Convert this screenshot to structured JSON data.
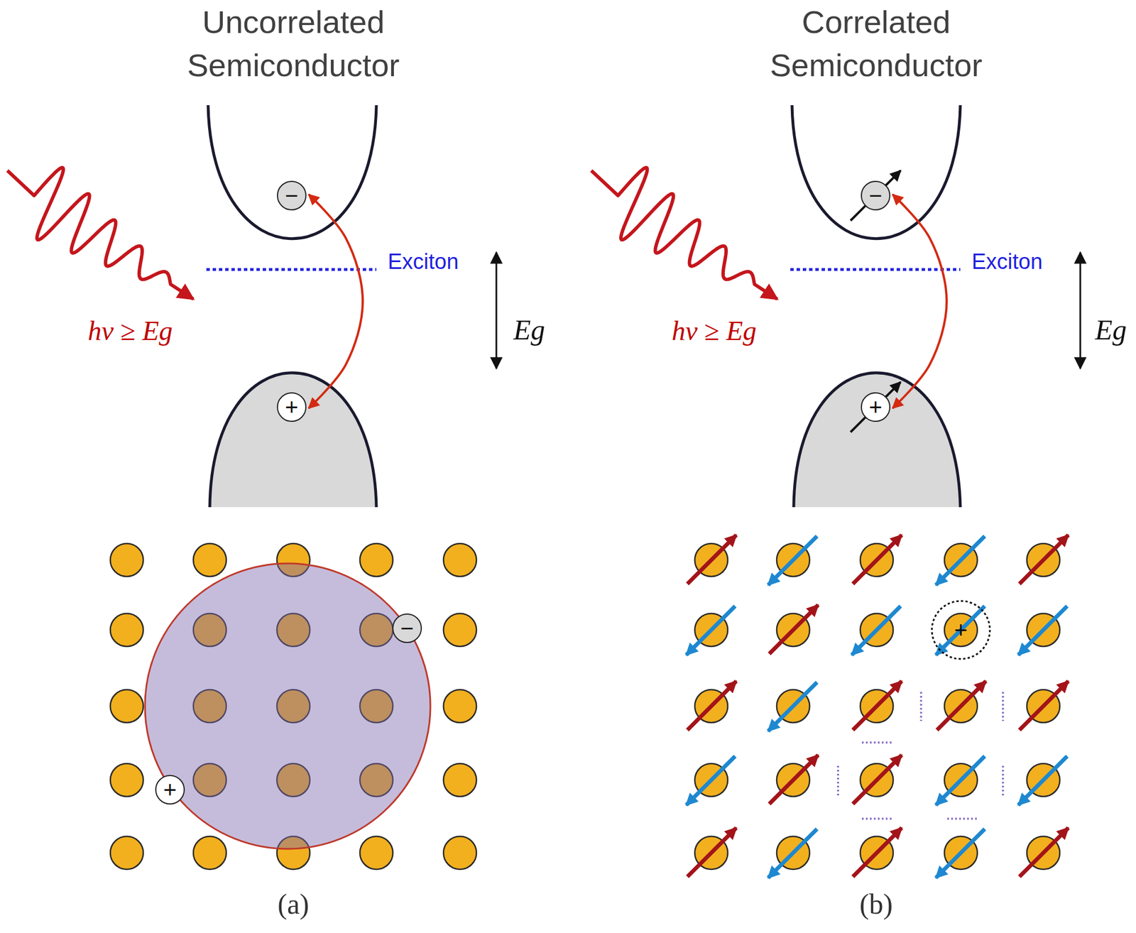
{
  "diagram": {
    "nodes": [
      {
        "text": [
          "−"
        ]
      },
      {
        "text": [
          "+"
        ]
      },
      {
        "text": [
          "−"
        ]
      },
      {
        "text": [
          "+"
        ]
      },
      {
        "text": [
          "−"
        ]
      },
      {
        "text": [
          "+"
        ]
      },
      {
        "text": [
          "+"
        ]
      }
    ],
    "edges": [
      {
        "from": 0,
        "to": 1,
        "arrow": "both"
      },
      {
        "from": 2,
        "to": 3,
        "arrow": "both"
      }
    ],
    "labels": [
      "Uncorrelated Semiconductor",
      "Correlated Semiconductor",
      "Exciton",
      "Exciton",
      "hν ≥ Eg",
      "hν ≥ Eg",
      "Eg",
      "Eg",
      "(a)",
      "(b)"
    ]
  }
}
